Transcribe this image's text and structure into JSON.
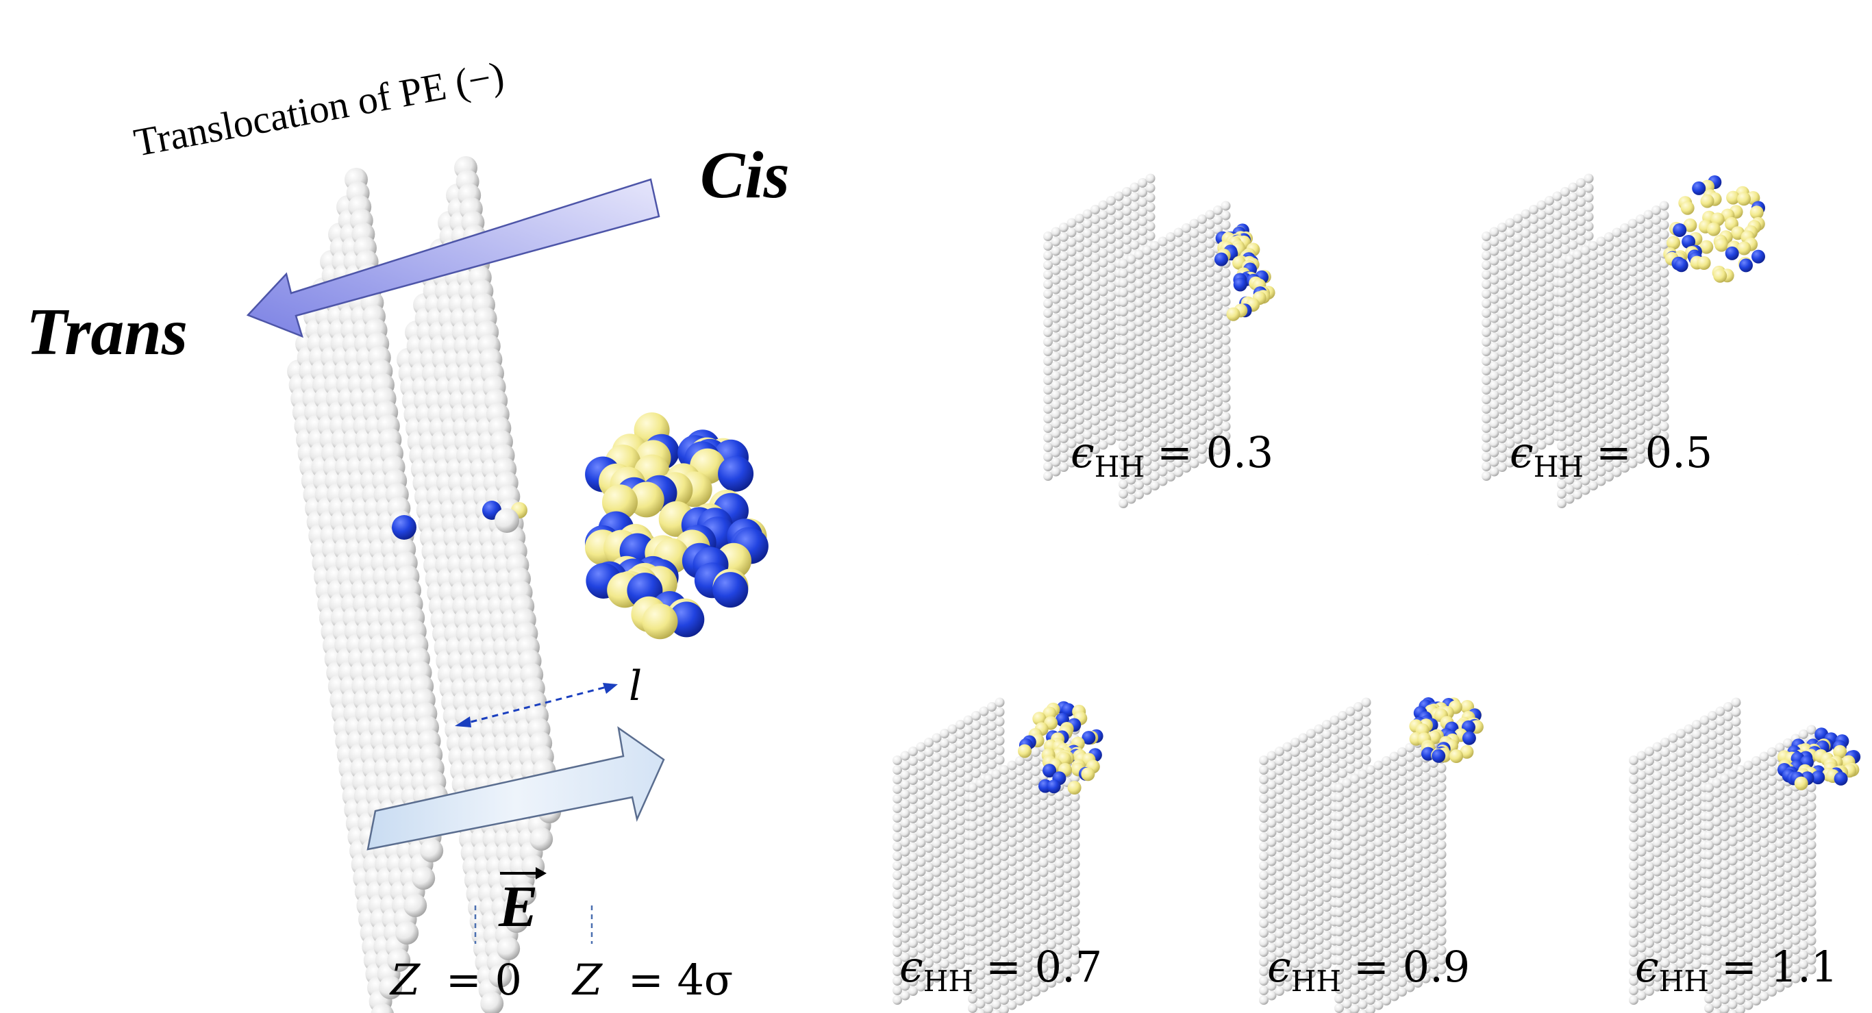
{
  "main": {
    "caption": "Translocation of PE (−)",
    "cis": "Cis",
    "trans": "Trans",
    "length_label": "l",
    "field_label": "E",
    "z0": {
      "var": "Z",
      "rhs": "= 0"
    },
    "z4": {
      "var": "Z",
      "rhs": "= 4σ"
    }
  },
  "colors": {
    "bead_wall": "#eeeeee",
    "bead_blue": "#1f3fd8",
    "bead_yellow": "#f2e98c",
    "arrow_trans": "#8f93e8",
    "arrow_field": "#d9e6f5",
    "guide": "#1a3fbf"
  },
  "panels": [
    {
      "symbol": "ϵ",
      "sub": "HH",
      "rhs": "= 0.3"
    },
    {
      "symbol": "ϵ",
      "sub": "HH",
      "rhs": "= 0.5"
    },
    {
      "symbol": "ϵ",
      "sub": "HH",
      "rhs": "= 0.7"
    },
    {
      "symbol": "ϵ",
      "sub": "HH",
      "rhs": "= 0.9"
    },
    {
      "symbol": "ϵ",
      "sub": "HH",
      "rhs": "= 1.1"
    }
  ]
}
